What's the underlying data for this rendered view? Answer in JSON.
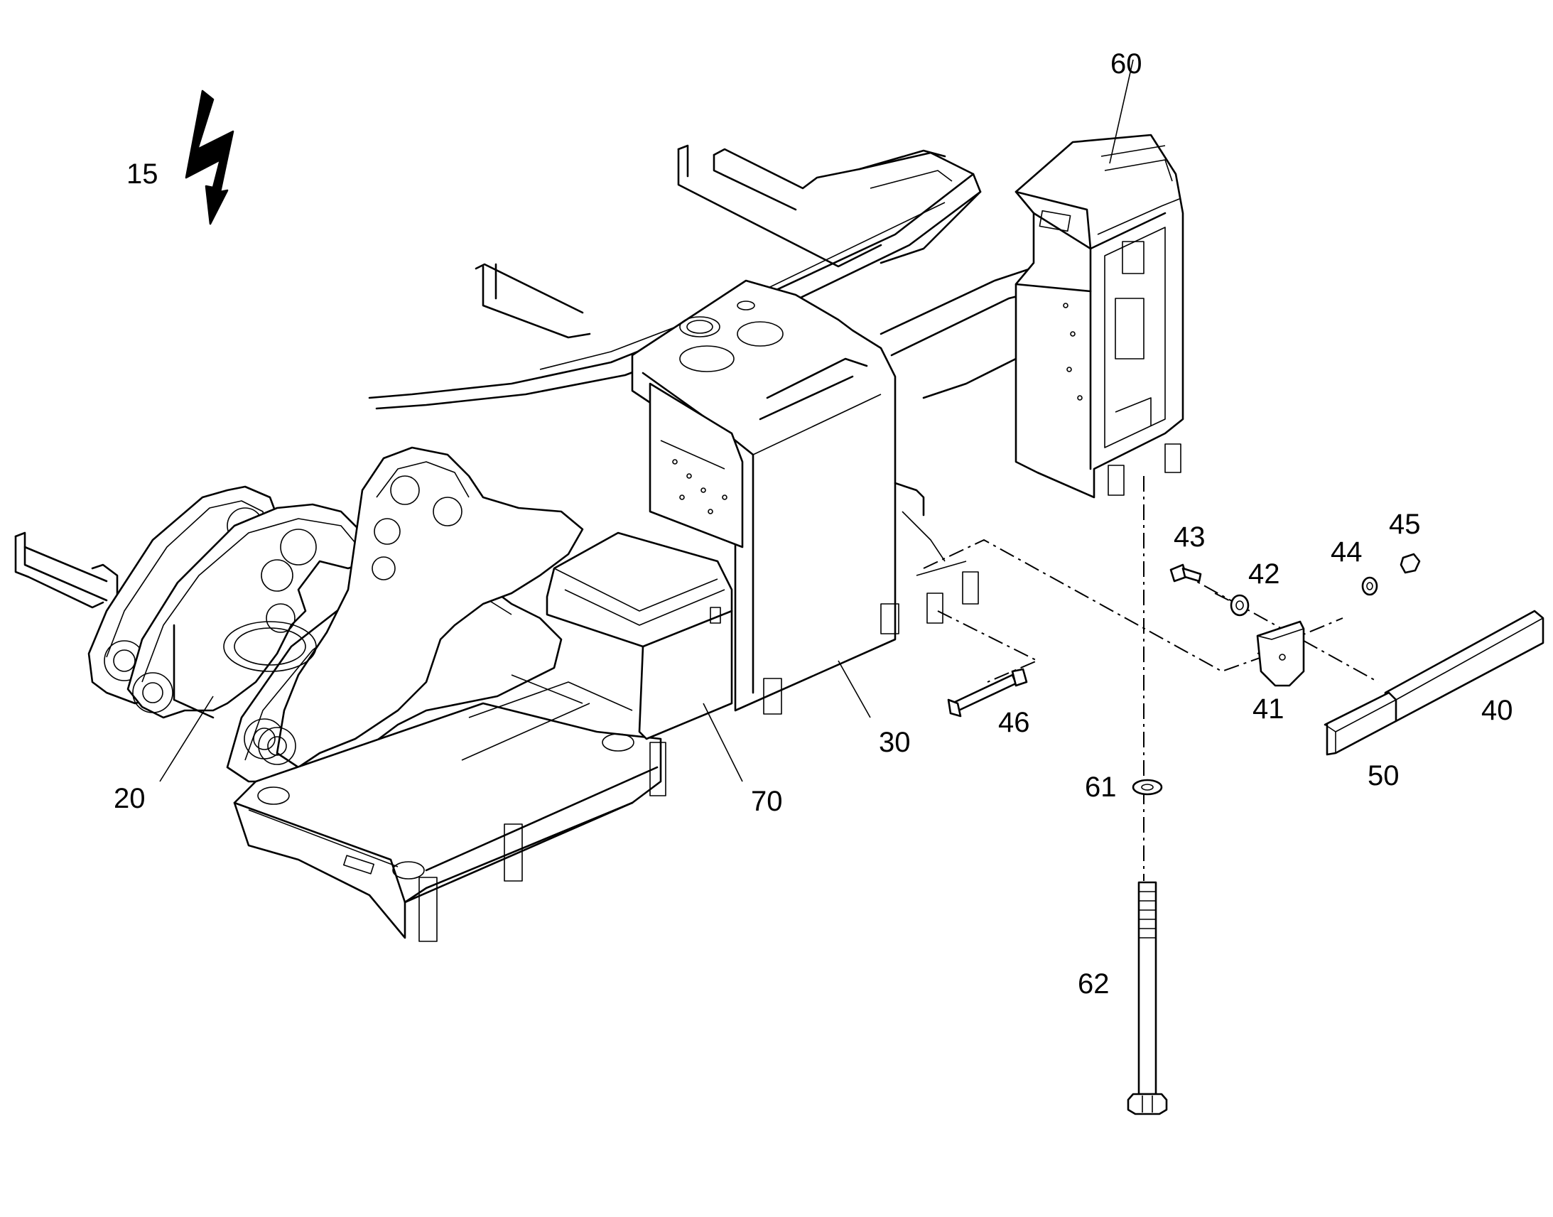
{
  "drawing": {
    "type": "exploded-parts-diagram",
    "labels": {
      "l15": "15",
      "l20": "20",
      "l30": "30",
      "l40": "40",
      "l41": "41",
      "l42": "42",
      "l43": "43",
      "l44": "44",
      "l45": "45",
      "l46": "46",
      "l50": "50",
      "l60": "60",
      "l61": "61",
      "l62": "62",
      "l70": "70"
    },
    "icons": [
      "lightning-bolt-icon"
    ],
    "colors": {
      "line": "#000000",
      "background": "#ffffff"
    }
  }
}
